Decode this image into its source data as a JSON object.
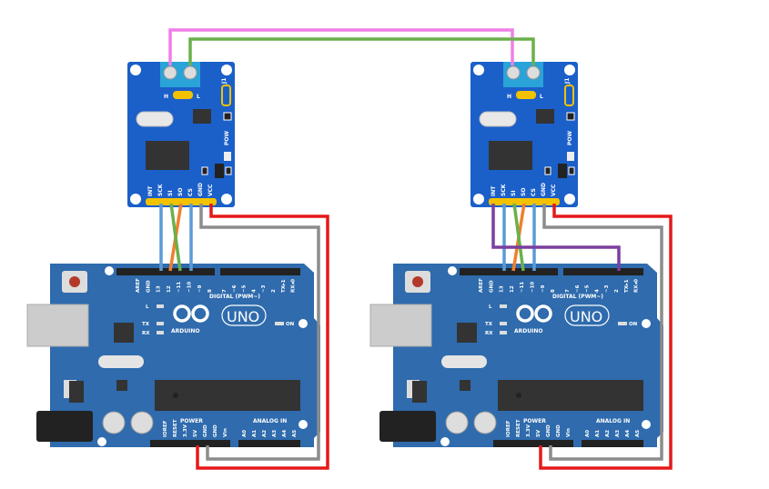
{
  "module": {
    "pins": [
      "INT",
      "SCK",
      "SI",
      "SO",
      "CS",
      "GND",
      "VCC"
    ],
    "jumper_h": "H",
    "jumper_l": "L",
    "j1": "J1",
    "pow": "POW",
    "board_color": "#1b5fc9"
  },
  "arduino": {
    "brand": "ARDUINO",
    "model": "UNO",
    "digital_label": "DIGITAL (PWM~)",
    "digital_pins": [
      "AREF",
      "GND",
      "13",
      "12",
      "~11",
      "~10",
      "~9",
      "8",
      "7",
      "~6",
      "~5",
      "4",
      "~3",
      "2",
      "TX▸1",
      "RX◂0"
    ],
    "power_label": "POWER",
    "analog_label": "ANALOG IN",
    "power_pins": [
      "IOREF",
      "RESET",
      "3.3V",
      "5V",
      "GND",
      "GND",
      "Vin"
    ],
    "analog_pins": [
      "A0",
      "A1",
      "A2",
      "A3",
      "A4",
      "A5"
    ],
    "led_l": "L",
    "led_tx": "TX",
    "led_rx": "RX",
    "led_on": "ON",
    "board_color": "#2f6bad"
  },
  "wires": {
    "can_h": "#f07ee8",
    "can_l": "#6ab04c",
    "sck": "#5b9bd5",
    "so": "#f07f2a",
    "si": "#6ab04c",
    "cs": "#5b9bd5",
    "gnd": "#8c8c8c",
    "vcc": "#e61919",
    "int": "#7b3fa0"
  }
}
